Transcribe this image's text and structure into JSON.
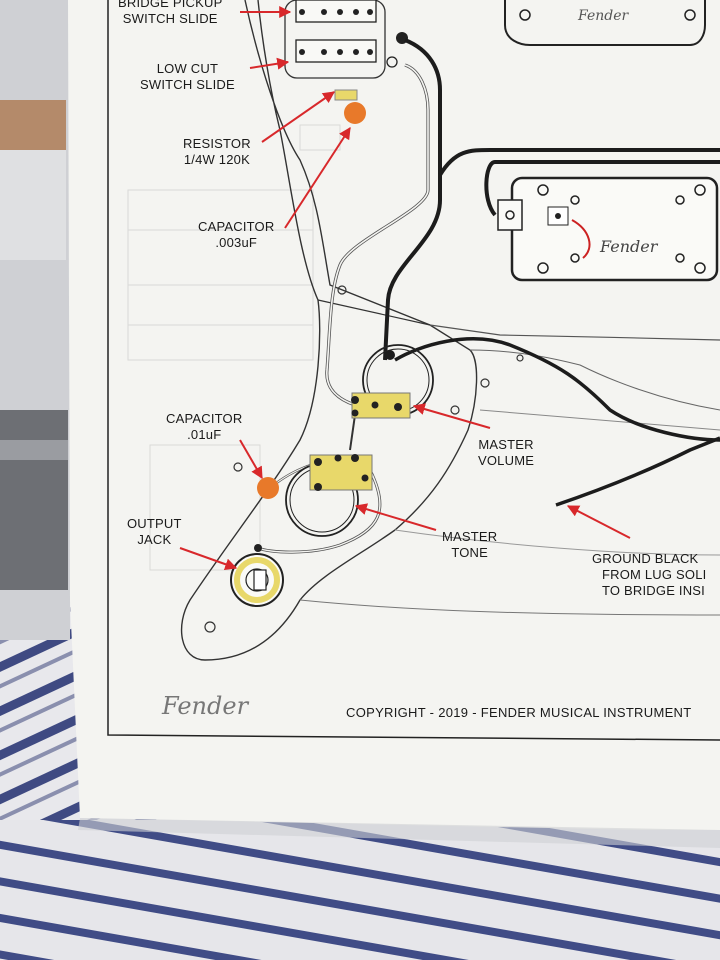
{
  "labels": {
    "bridge_pickup_switch": {
      "line1": "BRIDGE PICKUP",
      "line2": "SWITCH SLIDE"
    },
    "low_cut_switch": {
      "line1": "LOW CUT",
      "line2": "SWITCH SLIDE"
    },
    "resistor": {
      "line1": "RESISTOR",
      "line2": "1/4W 120K"
    },
    "capacitor_003": {
      "line1": "CAPACITOR",
      "line2": ".003uF"
    },
    "capacitor_01": {
      "line1": "CAPACITOR",
      "line2": ".01uF"
    },
    "master_volume": {
      "line1": "MASTER",
      "line2": "VOLUME"
    },
    "master_tone": {
      "line1": "MASTER",
      "line2": "TONE"
    },
    "output_jack": {
      "line1": "OUTPUT",
      "line2": "JACK"
    },
    "ground": {
      "line1": "GROUND BLACK",
      "line2": "FROM LUG SOLI",
      "line3": "TO BRIDGE INSI"
    }
  },
  "pickup_logo": "Fender",
  "footer": {
    "logo": "Fender",
    "copyright": "COPYRIGHT - 2019 - FENDER MUSICAL INSTRUMENT"
  },
  "colors": {
    "paper": "#f4f4f1",
    "arrow": "#d8282b",
    "capacitor": "#e8792a",
    "wire": "#1c1c1c",
    "lug": "#e8d86a",
    "background_fabric": "#5a6078"
  }
}
